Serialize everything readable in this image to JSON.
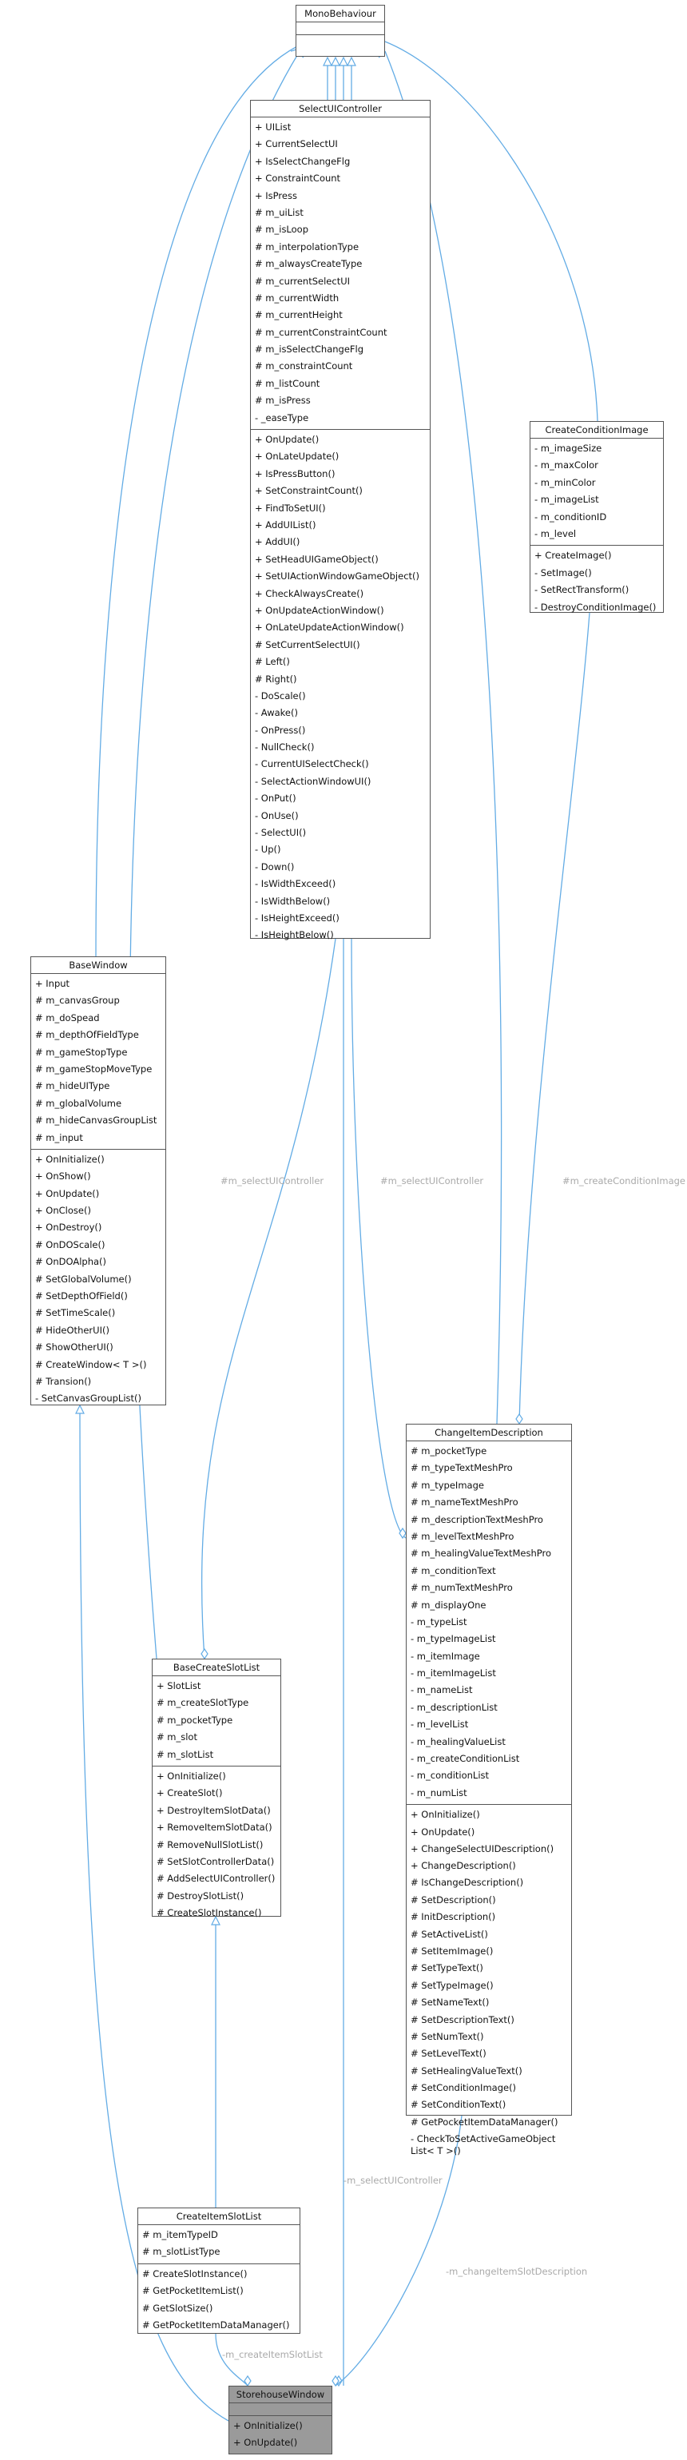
{
  "diagram": {
    "colors": {
      "edge": "#63ACE5",
      "box_border": "#555555",
      "label_text": "#A9A9A9",
      "highlight_fill": "#9A9A9A"
    },
    "classes": {
      "mono": {
        "name": "MonoBehaviour",
        "attributes": [],
        "methods": []
      },
      "select": {
        "name": "SelectUIController",
        "attributes": [
          "+ UIList",
          "+ CurrentSelectUI",
          "+ IsSelectChangeFlg",
          "+ ConstraintCount",
          "+ IsPress",
          "# m_uiList",
          "# m_isLoop",
          "# m_interpolationType",
          "# m_alwaysCreateType",
          "# m_currentSelectUI",
          "# m_currentWidth",
          "# m_currentHeight",
          "# m_currentConstraintCount",
          "# m_isSelectChangeFlg",
          "# m_constraintCount",
          "# m_listCount",
          "# m_isPress",
          "- _easeType"
        ],
        "methods": [
          "+ OnUpdate()",
          "+ OnLateUpdate()",
          "+ IsPressButton()",
          "+ SetConstraintCount()",
          "+ FindToSetUI()",
          "+ AddUIList()",
          "+ AddUI()",
          "+ SetHeadUIGameObject()",
          "+ SetUIActionWindowGameObject()",
          "+ CheckAlwaysCreate()",
          "+ OnUpdateActionWindow()",
          "+ OnLateUpdateActionWindow()",
          "# SetCurrentSelectUI()",
          "# Left()",
          "# Right()",
          "- DoScale()",
          "- Awake()",
          "- OnPress()",
          "- NullCheck()",
          "- CurrentUISelectCheck()",
          "- SelectActionWindowUI()",
          "- OnPut()",
          "- OnUse()",
          "- SelectUI()",
          "- Up()",
          "- Down()",
          "- IsWidthExceed()",
          "- IsWidthBelow()",
          "- IsHeightExceed()",
          "- IsHeightBelow()"
        ]
      },
      "condImage": {
        "name": "CreateConditionImage",
        "attributes": [
          "- m_imageSize",
          "- m_maxColor",
          "- m_minColor",
          "- m_imageList",
          "- m_conditionID",
          "- m_level"
        ],
        "methods": [
          "+ CreateImage()",
          "- SetImage()",
          "- SetRectTransform()",
          "- DestroyConditionImage()"
        ]
      },
      "baseWindow": {
        "name": "BaseWindow",
        "attributes": [
          "+ Input",
          "# m_canvasGroup",
          "# m_doSpead",
          "# m_depthOfFieldType",
          "# m_gameStopType",
          "# m_gameStopMoveType",
          "# m_hideUIType",
          "# m_globalVolume",
          "# m_hideCanvasGroupList",
          "# m_input"
        ],
        "methods": [
          "+ OnInitialize()",
          "+ OnShow()",
          "+ OnUpdate()",
          "+ OnClose()",
          "+ OnDestroy()",
          "# OnDOScale()",
          "# OnDOAlpha()",
          "# SetGlobalVolume()",
          "# SetDepthOfField()",
          "# SetTimeScale()",
          "# HideOtherUI()",
          "# ShowOtherUI()",
          "# CreateWindow< T >()",
          "# Transion()",
          "- SetCanvasGroupList()"
        ]
      },
      "changeDesc": {
        "name": "ChangeItemDescription",
        "attributes": [
          "# m_pocketType",
          "# m_typeTextMeshPro",
          "# m_typeImage",
          "# m_nameTextMeshPro",
          "# m_descriptionTextMeshPro",
          "# m_levelTextMeshPro",
          "# m_healingValueTextMeshPro",
          "# m_conditionText",
          "# m_numTextMeshPro",
          "# m_displayOne",
          "- m_typeList",
          "- m_typeImageList",
          "- m_itemImage",
          "- m_itemImageList",
          "- m_nameList",
          "- m_descriptionList",
          "- m_levelList",
          "- m_healingValueList",
          "- m_createConditionList",
          "- m_conditionList",
          "- m_numList"
        ],
        "methods": [
          "+ OnInitialize()",
          "+ OnUpdate()",
          "+ ChangeSelectUIDescription()",
          "+ ChangeDescription()",
          "# IsChangeDescription()",
          "# SetDescription()",
          "# InitDescription()",
          "# SetActiveList()",
          "# SetItemImage()",
          "# SetTypeText()",
          "# SetTypeImage()",
          "# SetNameText()",
          "# SetDescriptionText()",
          "# SetNumText()",
          "# SetLevelText()",
          "# SetHealingValueText()",
          "# SetConditionImage()",
          "# SetConditionText()",
          "# GetPocketItemDataManager()",
          "- CheckToSetActiveGameObject List< T >()"
        ]
      },
      "baseSlot": {
        "name": "BaseCreateSlotList",
        "attributes": [
          "+ SlotList",
          "# m_createSlotType",
          "# m_pocketType",
          "# m_slot",
          "# m_slotList"
        ],
        "methods": [
          "+ OnInitialize()",
          "+ CreateSlot()",
          "+ DestroyItemSlotData()",
          "+ RemoveItemSlotData()",
          "# RemoveNullSlotList()",
          "# SetSlotControllerData()",
          "# AddSelectUIController()",
          "# DestroySlotList()",
          "# CreateSlotInstance()"
        ]
      },
      "itemSlot": {
        "name": "CreateItemSlotList",
        "attributes": [
          "# m_itemTypeID",
          "# m_slotListType"
        ],
        "methods": [
          "# CreateSlotInstance()",
          "# GetPocketItemList()",
          "# GetSlotSize()",
          "# GetPocketItemDataManager()"
        ]
      },
      "store": {
        "name": "StorehouseWindow",
        "attributes": [],
        "methods": [
          "+ OnInitialize()",
          "+ OnUpdate()"
        ]
      }
    },
    "labels": {
      "sel_in_base": "#m_selectUIController",
      "sel_in_change": "#m_selectUIController",
      "cond_in_change": "#m_createConditionImage",
      "sel_in_store": "-m_selectUIController",
      "change_in_store": "-m_changeItemSlotDescription",
      "slot_in_store": "-m_createItemSlotList"
    }
  }
}
